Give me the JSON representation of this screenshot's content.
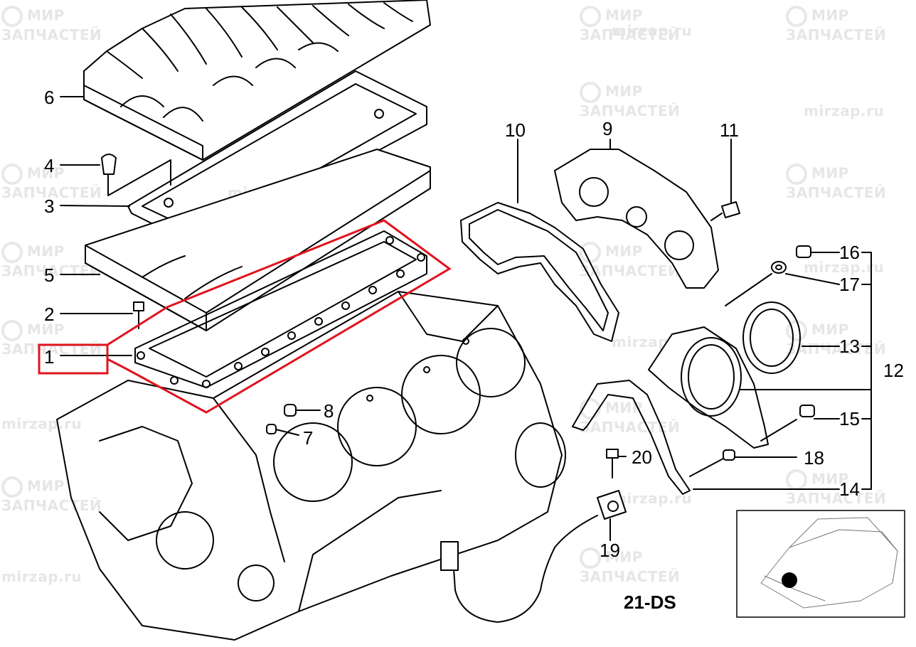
{
  "callouts": [
    {
      "id": "c1",
      "text": "1"
    },
    {
      "id": "c2",
      "text": "2"
    },
    {
      "id": "c3",
      "text": "3"
    },
    {
      "id": "c4",
      "text": "4"
    },
    {
      "id": "c5",
      "text": "5"
    },
    {
      "id": "c6",
      "text": "6"
    },
    {
      "id": "c7",
      "text": "7"
    },
    {
      "id": "c8",
      "text": "8"
    },
    {
      "id": "c9",
      "text": "9"
    },
    {
      "id": "c10",
      "text": "10"
    },
    {
      "id": "c11",
      "text": "11"
    },
    {
      "id": "c12",
      "text": "12"
    },
    {
      "id": "c13",
      "text": "13"
    },
    {
      "id": "c14",
      "text": "14"
    },
    {
      "id": "c15",
      "text": "15"
    },
    {
      "id": "c16",
      "text": "16"
    },
    {
      "id": "c17",
      "text": "17"
    },
    {
      "id": "c18",
      "text": "18"
    },
    {
      "id": "c19",
      "text": "19"
    },
    {
      "id": "c20",
      "text": "20"
    }
  ],
  "diagram_code": "21-DS",
  "watermark": {
    "line1": "МИР",
    "line2": "ЗАПЧАСТЕЙ",
    "site": "mirzap.ru"
  },
  "colors": {
    "highlight": "#e0141e",
    "line": "#000000",
    "watermark": "#e6e6e6"
  }
}
